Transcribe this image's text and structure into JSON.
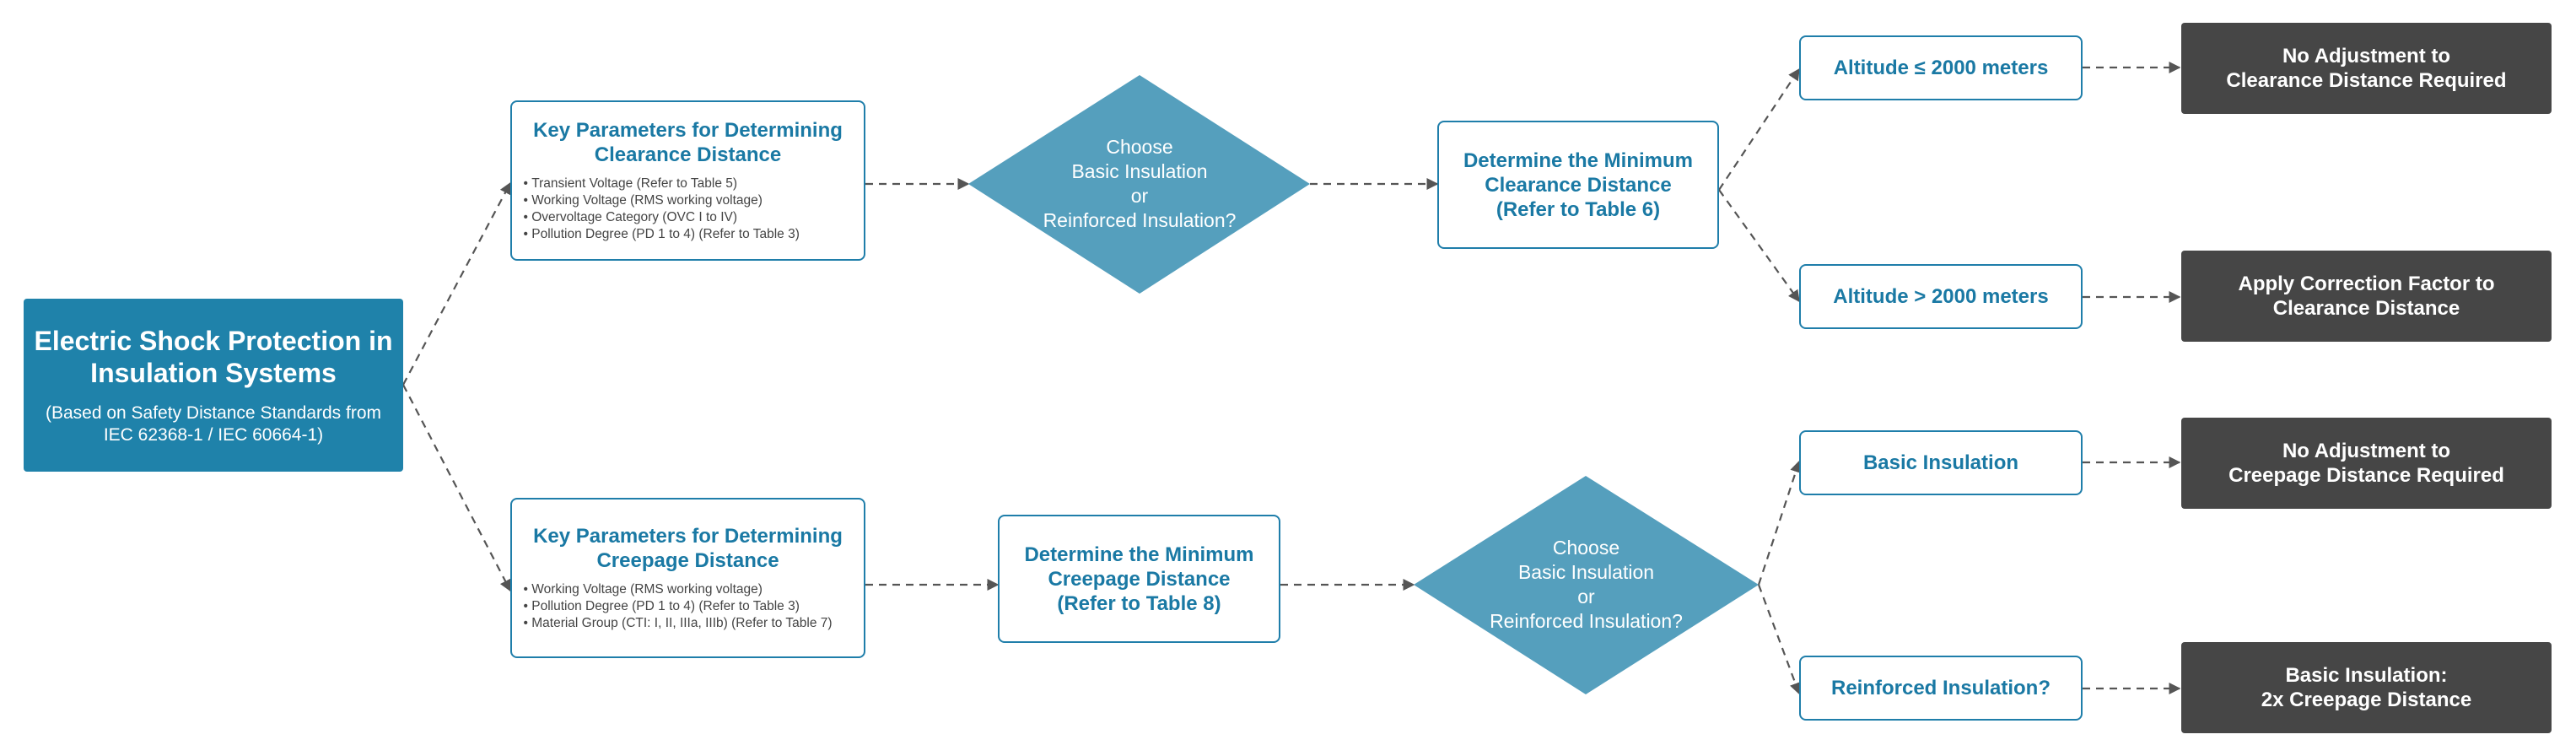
{
  "root": {
    "title": "Electric Shock Protection in Insulation Systems",
    "subtitle": "(Based on Safety Distance Standards from IEC 62368-1 / IEC 60664-1)"
  },
  "clearance_params": {
    "title": "Key Parameters for Determining Clearance Distance",
    "items": [
      "Transient Voltage (Refer to Table 5)",
      "Working Voltage (RMS working voltage)",
      "Overvoltage Category (OVC I to IV)",
      "Pollution Degree (PD 1 to 4) (Refer to Table 3)"
    ]
  },
  "creepage_params": {
    "title": "Key Parameters for Determining Creepage Distance",
    "items": [
      "Working Voltage (RMS working voltage)",
      "Pollution Degree (PD 1 to 4) (Refer to Table 3)",
      "Material Group (CTI: I, II, IIIa, IIIb) (Refer to Table 7)"
    ]
  },
  "decision_clearance": {
    "label": "Choose\nBasic Insulation\nor\nReinforced Insulation?"
  },
  "decision_creepage": {
    "label": "Choose\nBasic Insulation\nor\nReinforced Insulation?"
  },
  "min_clearance": {
    "label": "Determine the Minimum\nClearance Distance\n(Refer to Table 6)"
  },
  "min_creepage": {
    "label": "Determine the Minimum\nCreepage Distance\n(Refer to Table 8)"
  },
  "alt_low": {
    "label": "Altitude ≤ 2000 meters"
  },
  "alt_high": {
    "label": "Altitude > 2000 meters"
  },
  "basic": {
    "label": "Basic Insulation"
  },
  "reinforced": {
    "label": "Reinforced Insulation?"
  },
  "out_no_adj_clearance": {
    "label": "No Adjustment to\nClearance Distance Required"
  },
  "out_correction": {
    "label": "Apply Correction Factor to\nClearance Distance"
  },
  "out_no_adj_creepage": {
    "label": "No Adjustment to\nCreepage Distance Required"
  },
  "out_double": {
    "label": "Basic Insulation:\n2x Creepage Distance"
  },
  "colors": {
    "root_fill": "#1f82aa",
    "decision_fill": "#559fbd",
    "box_border": "#1f7eaa",
    "box_text": "#1a79a4",
    "outcome_fill": "#464646",
    "connector": "#555555"
  }
}
